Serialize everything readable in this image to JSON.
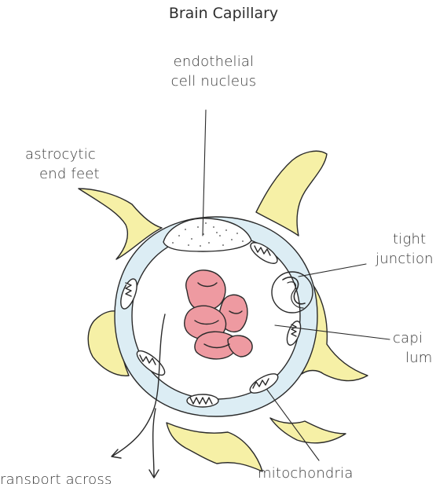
{
  "title": "Brain Capillary",
  "labels": {
    "endothelial": [
      "endothelial",
      "cell nucleus"
    ],
    "astrocytic": [
      "astrocytic",
      "end feet"
    ],
    "tight_junction": [
      "tight",
      "junction"
    ],
    "capillary_lumen": [
      "capi",
      "lum"
    ],
    "mitochondria": "mitochondria",
    "transport": "ransport across"
  },
  "colors": {
    "astrocyte_fill": "#f6f0a6",
    "cytoplasm_fill": "#dcedf4",
    "rbc_fill": "#ee9aa1",
    "outline": "#2a2a2a",
    "text": "#3a3a3a"
  }
}
